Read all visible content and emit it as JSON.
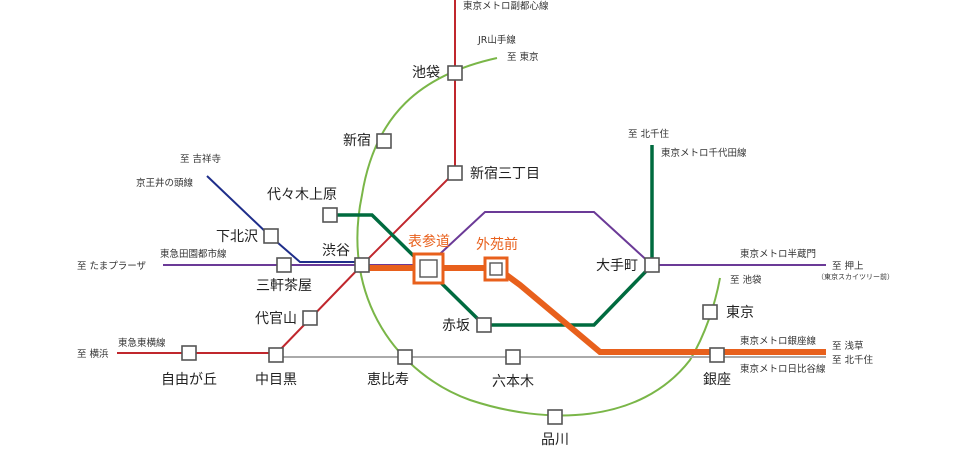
{
  "colors": {
    "yamanote": "#7ab648",
    "fukutoshin": "#c0272d",
    "chiyoda": "#006b3f",
    "hanzomon": "#6b3a97",
    "inokashira": "#1f2e8a",
    "denentoshi": "#6b3a97",
    "toyoko": "#c0272d",
    "hibiya": "#aaaaaa",
    "ginza": "#e8601c",
    "highlight": "#e8601c"
  },
  "stations": {
    "ikebukuro": "池袋",
    "shinjuku": "新宿",
    "shinjuku_sanchome": "新宿三丁目",
    "yoyogi_uehara": "代々木上原",
    "shimokitazawa": "下北沢",
    "shibuya": "渋谷",
    "sangenjaya": "三軒茶屋",
    "daikanyama": "代官山",
    "jiyugaoka": "自由が丘",
    "nakameguro": "中目黒",
    "ebisu": "恵比寿",
    "omotesando": "表参道",
    "gaienmae": "外苑前",
    "akasaka": "赤坂",
    "roppongi": "六本木",
    "otemachi": "大手町",
    "tokyo": "東京",
    "ginza": "銀座",
    "shinagawa": "品川"
  },
  "lines": {
    "fukutoshin": "東京メトロ副都心線",
    "jr_yamanote": "JR山手線",
    "chiyoda": "東京メトロ千代田線",
    "inokashira": "京王井の頭線",
    "denentoshi": "東急田園都市線",
    "hanzomon": "東京メトロ半蔵門",
    "toyoko": "東急東横線",
    "ginza": "東京メトロ銀座線",
    "hibiya": "東京メトロ日比谷線"
  },
  "directions": {
    "yamanote_tokyo": "至 東京",
    "chiyoda_kitasenju": "至 北千住",
    "inokashira_kichijoji": "至 吉祥寺",
    "denentoshi_tamaplaza": "至 たまプラーザ",
    "hanzomon_oshiage": "至 押上",
    "hanzomon_oshiage_note": "（東京スカイツリー前）",
    "yamanote_ikebukuro": "至 池袋",
    "toyoko_yokohama": "至 横浜",
    "ginza_asakusa": "至 浅草",
    "hibiya_kitasenju": "至 北千住"
  }
}
